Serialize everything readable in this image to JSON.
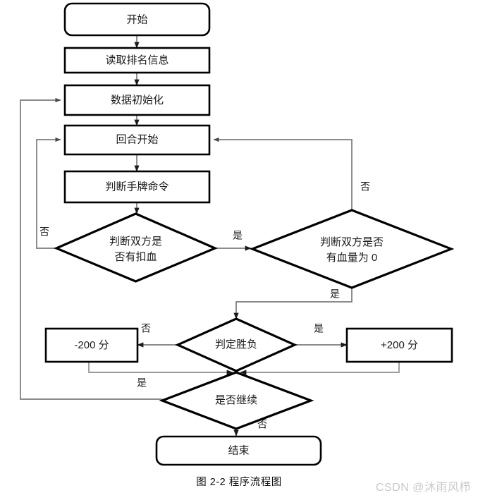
{
  "figure": {
    "caption": "图 2-2 程序流程图",
    "watermark": "CSDN @沐雨风栉",
    "colors": {
      "node_stroke": "#000000",
      "connector": "#7b7b7b",
      "text": "#1a1a1a",
      "background": "#ffffff",
      "watermark": "#c9c9c9"
    }
  },
  "nodes": {
    "start": {
      "label": "开始",
      "type": "terminator"
    },
    "read_rank": {
      "label": "读取排名信息",
      "type": "process"
    },
    "init_data": {
      "label": "数据初始化",
      "type": "process"
    },
    "round_start": {
      "label": "回合开始",
      "type": "process"
    },
    "judge_hand": {
      "label": "判断手牌命令",
      "type": "process"
    },
    "check_damage_line1": {
      "label": "判断双方是",
      "type": "decision"
    },
    "check_damage_line2": {
      "label": "否有扣血",
      "type": "decision"
    },
    "check_hp_zero_line1": {
      "label": "判断双方是否",
      "type": "decision"
    },
    "check_hp_zero_line2": {
      "label": "有血量为 0",
      "type": "decision"
    },
    "judge_result": {
      "label": "判定胜负",
      "type": "decision"
    },
    "score_minus": {
      "label": "-200 分",
      "type": "process"
    },
    "score_plus": {
      "label": "+200 分",
      "type": "process"
    },
    "continue_q": {
      "label": "是否继续",
      "type": "decision"
    },
    "end": {
      "label": "结束",
      "type": "terminator"
    }
  },
  "branch_labels": {
    "damage_no": "否",
    "damage_yes": "是",
    "hp_zero_no": "否",
    "hp_zero_yes": "是",
    "result_no": "否",
    "result_yes": "是",
    "continue_yes": "是",
    "continue_no": "否"
  }
}
